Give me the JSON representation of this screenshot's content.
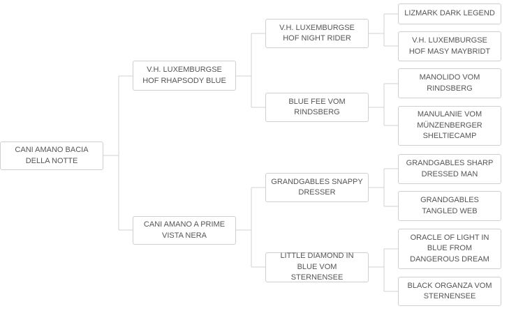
{
  "pedigree": {
    "subject": "CANI AMANO BACIA DELLA NOTTE",
    "sire": "V.H. LUXEMBURGSE HOF RHAPSODY BLUE",
    "dam": "CANI AMANO A PRIME VISTA NERA",
    "sire_sire": "V.H. LUXEMBURGSE HOF NIGHT RIDER",
    "sire_dam": "BLUE FEE VOM RINDSBERG",
    "dam_sire": "GRANDGABLES SNAPPY DRESSER",
    "dam_dam": "LITTLE DIAMOND IN BLUE VOM STERNENSEE",
    "sire_sire_sire": "LIZMARK DARK LEGEND",
    "sire_sire_dam": "V.H. LUXEMBURGSE HOF MASY MAYBRIDT",
    "sire_dam_sire": "MANOLIDO VOM RINDSBERG",
    "sire_dam_dam": "MANULANIE VOM MÜNZENBERGER SHELTIECAMP",
    "dam_sire_sire": "GRANDGABLES SHARP DRESSED MAN",
    "dam_sire_dam": "GRANDGABLES TANGLED WEB",
    "dam_dam_sire": "ORACLE OF LIGHT IN BLUE FROM DANGEROUS DREAM",
    "dam_dam_dam": "BLACK ORGANZA VOM STERNENSEE"
  }
}
